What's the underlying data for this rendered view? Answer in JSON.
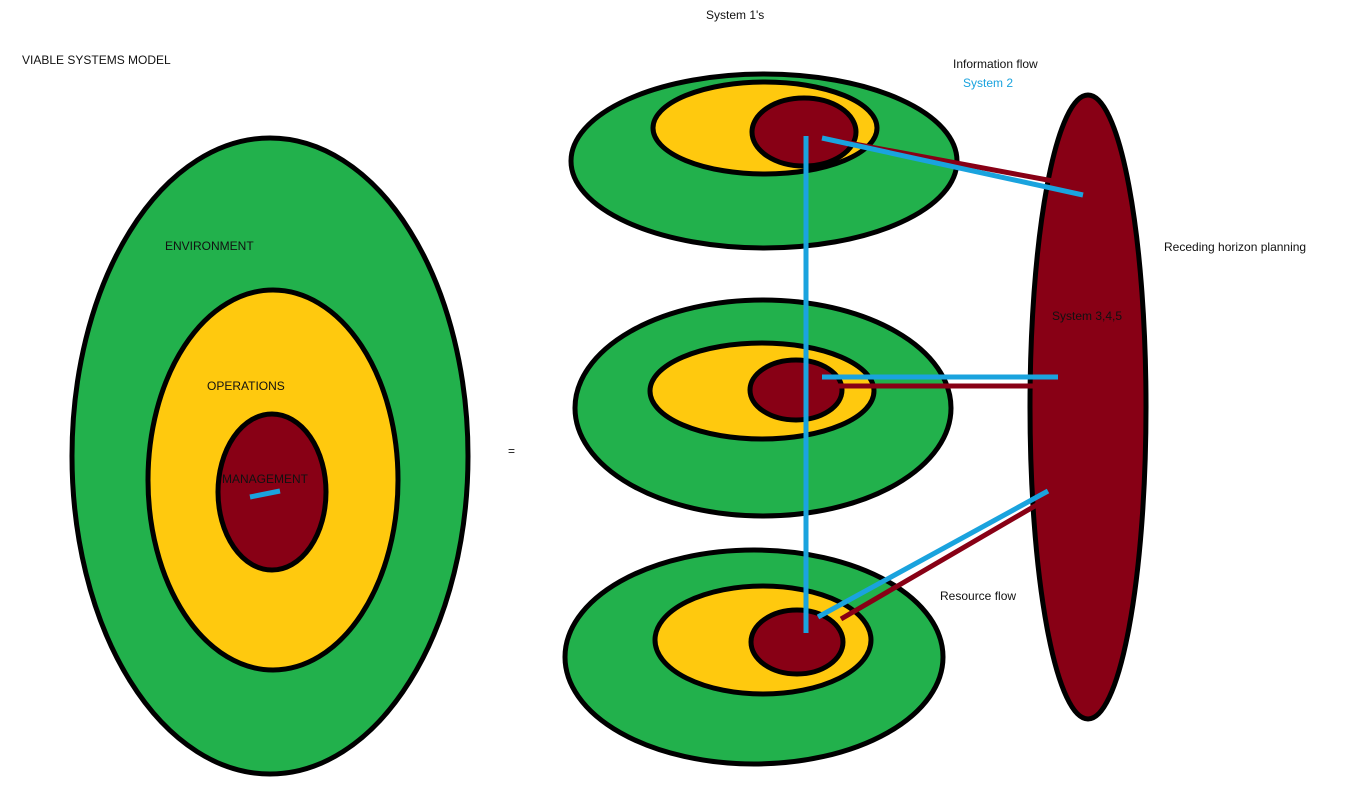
{
  "labels": {
    "title": "VIABLE SYSTEMS MODEL",
    "environment": "ENVIRONMENT",
    "operations": "OPERATIONS",
    "management": "MANAGEMENT",
    "equals": "=",
    "system1s": "System 1's",
    "information_flow": "Information flow",
    "system2": "System 2",
    "receding_horizon": "Receding horizon planning",
    "system345": "System 3,4,5",
    "resource_flow": "Resource flow"
  },
  "colors": {
    "environment": "#22b14c",
    "operations": "#ffc90e",
    "management": "#880015",
    "information_flow": "#1aa3de",
    "resource_flow": "#880015",
    "outline": "#000000"
  }
}
